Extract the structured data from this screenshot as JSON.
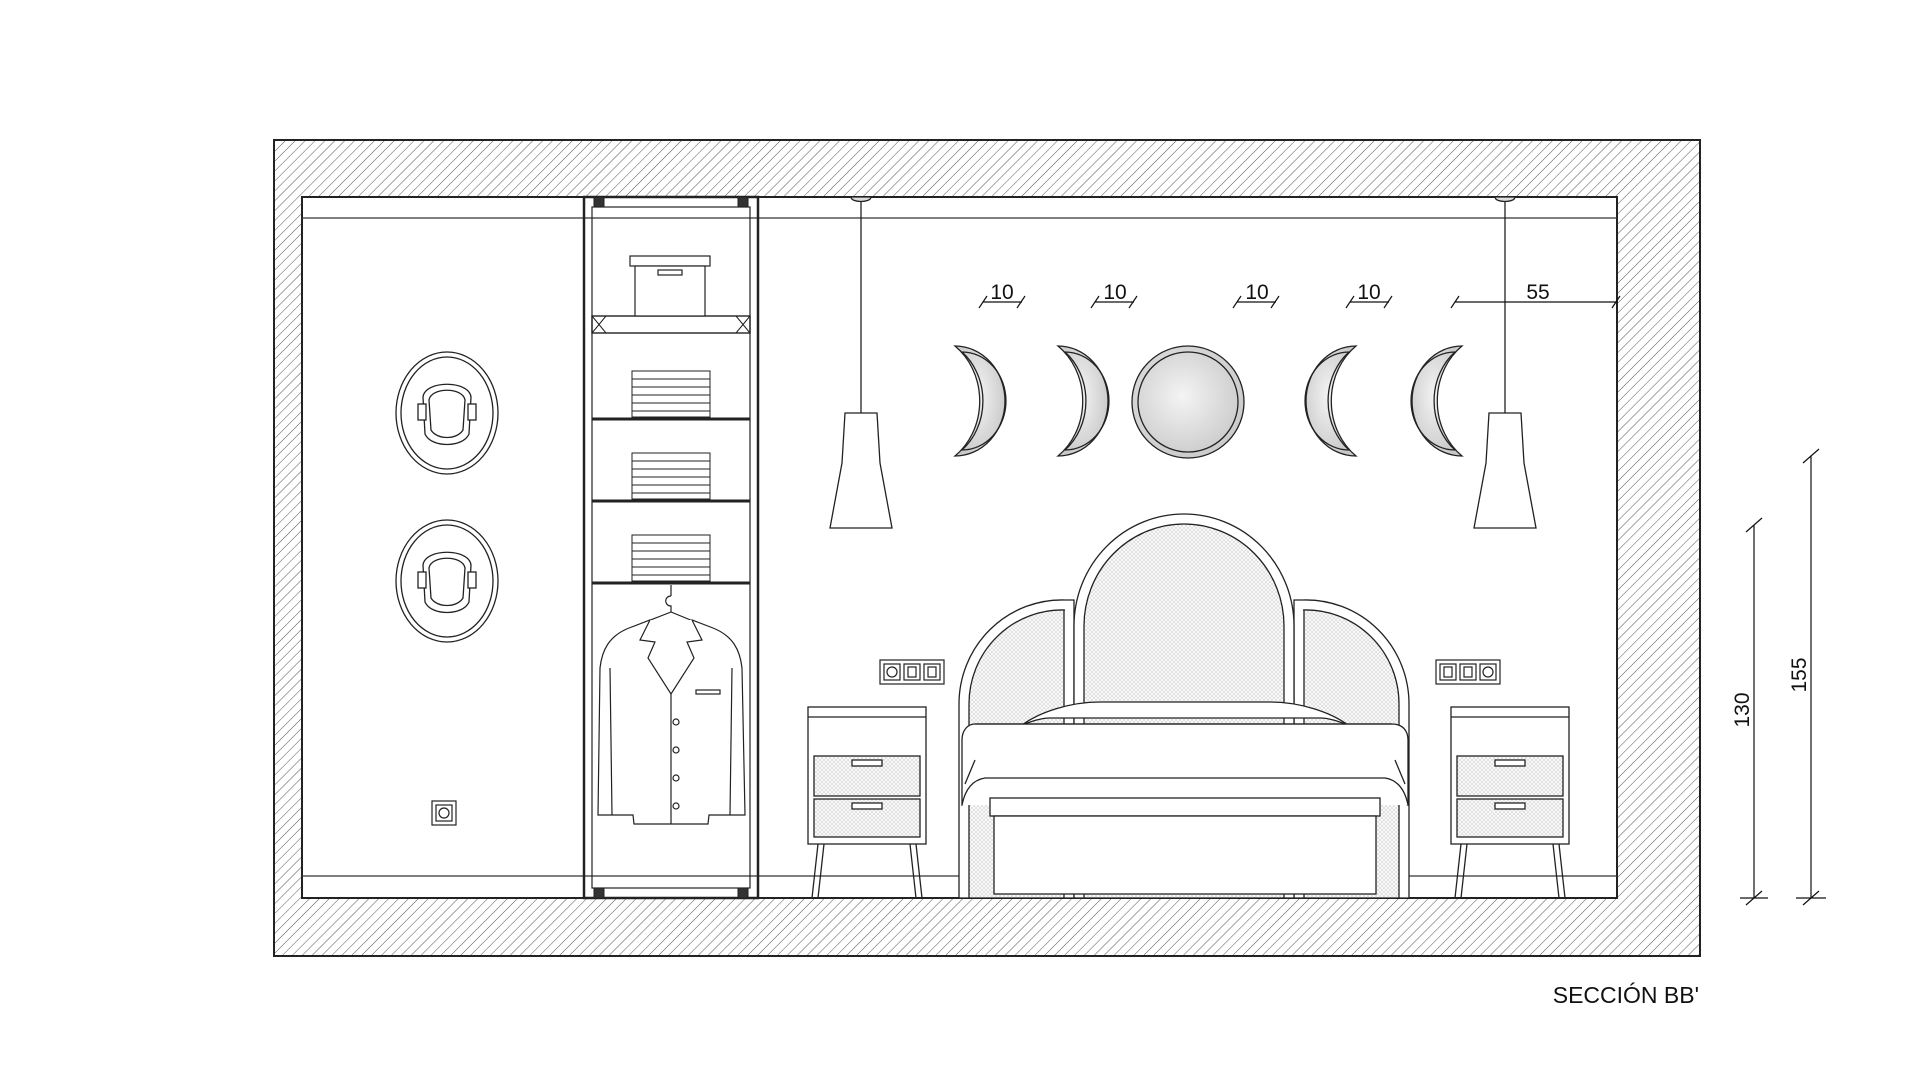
{
  "section_title": "SECCIÓN BB'",
  "dimensions": {
    "moon_gap_1": "10",
    "moon_gap_2": "10",
    "moon_gap_3": "10",
    "moon_gap_4": "10",
    "moon_to_wall": "55",
    "height_outlets": "130",
    "height_total": "155"
  }
}
